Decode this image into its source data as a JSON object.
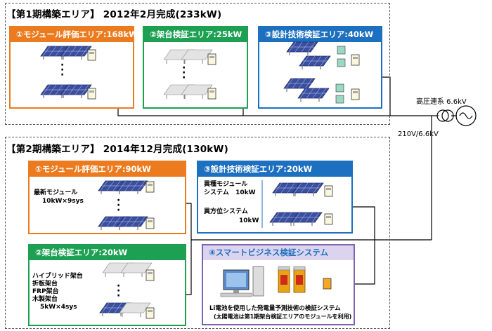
{
  "phase1": {
    "title": "【第1期構築エリア】 2012年2月完成(233kW)",
    "areas": [
      {
        "label": "①モジュール評価エリア:168kW"
      },
      {
        "label": "②架台検証エリア:25kW"
      },
      {
        "label": "③設計技術検証エリア:40kW"
      }
    ]
  },
  "phase2": {
    "title": "【第2期構築エリア】 2014年12月完成(130kW)",
    "module_area": {
      "label": "①モジュール評価エリア:90kW",
      "note_line1": "最新モジュール",
      "note_line2": "10kW×9sys"
    },
    "design_area": {
      "label": "③設計技術検証エリア:20kW",
      "item1_line1": "異種モジュール",
      "item1_line2": "システム   10kW",
      "item2_line1": "異方位システム",
      "item2_line2": "10kW"
    },
    "mount_area": {
      "label": "②架台検証エリア:20kW",
      "items": [
        "ハイブリッド架台",
        "折板架台",
        "FRP架台",
        "木製架台",
        "5kW×4sys"
      ]
    },
    "smart_area": {
      "label": "④スマートビジネス検証システム",
      "caption_line1": "Li電池を使用した発電量予測技術の検証システム",
      "caption_line2": "(太陽電池は第1期架台検証エリアのモジュールを利用)"
    }
  },
  "grid": {
    "connection_label": "高圧連系 6.6kV",
    "transformer_label": "210V/6.6kV"
  },
  "colors": {
    "orange": "#ec7b1f",
    "green": "#1da052",
    "blue": "#1d6fbf",
    "purple": "#7f63b0",
    "panel": "#3b4fa0"
  },
  "icons": [
    "solar-panel-icon",
    "power-conditioner-icon",
    "transformer-icon",
    "ac-source-icon",
    "computer-icon",
    "battery-icon"
  ]
}
